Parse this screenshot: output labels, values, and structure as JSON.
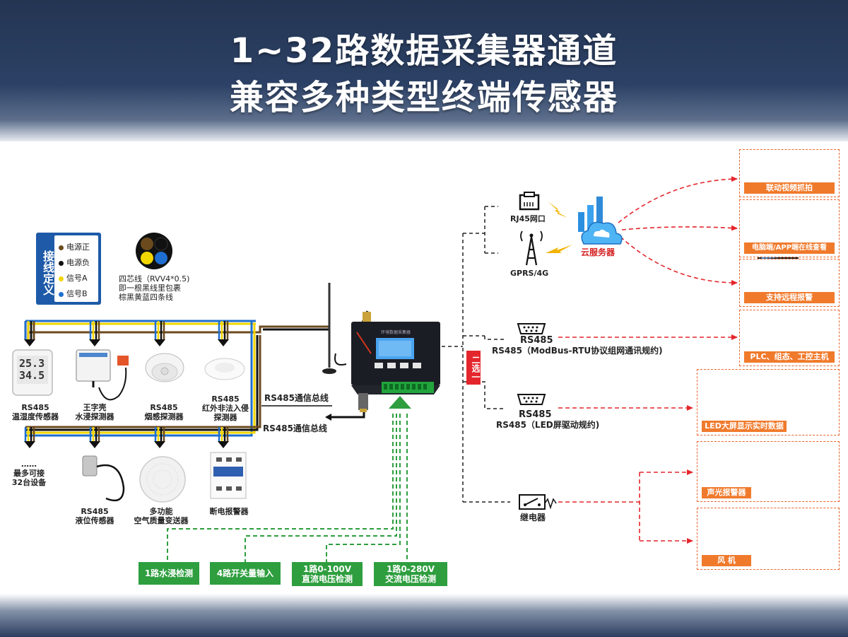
{
  "title": {
    "line1": "1~32路数据采集器通道",
    "line2": "兼容多种类型终端传感器"
  },
  "legend": {
    "heading": "接线定义",
    "items": [
      {
        "label": "电源正",
        "color": "#6b4a1e"
      },
      {
        "label": "电源负",
        "color": "#111111"
      },
      {
        "label": "信号A",
        "color": "#f2d600"
      },
      {
        "label": "信号B",
        "color": "#1e6fd0"
      }
    ]
  },
  "cable": {
    "line1": "四芯线（RVV4*0.5)",
    "line2": "即一根黑线里包裹",
    "line3": "棕黑黄蓝四条线"
  },
  "sensors_top": [
    {
      "line1": "RS485",
      "line2": "温湿度传感器"
    },
    {
      "line1": "王字壳",
      "line2": "水浸探测器"
    },
    {
      "line1": "RS485",
      "line2": "烟感探测器"
    },
    {
      "line1": "RS485",
      "line2": "红外非法入侵",
      "line3": "探测器"
    }
  ],
  "sensors_bottom": [
    {
      "line1": "RS485",
      "line2": "液位传感器"
    },
    {
      "line1": "多功能",
      "line2": "空气质量变送器"
    },
    {
      "line1": "断电报警器"
    }
  ],
  "more_devices": {
    "dots": "……",
    "line1": "最多可接",
    "line2": "32台设备"
  },
  "bus_label_1": "RS485通信总线",
  "bus_label_2": "RS485通信总线",
  "thermo_display": {
    "line1": "25.3",
    "line2": "34.5"
  },
  "inputs": [
    {
      "line1": "1路水浸检测"
    },
    {
      "line1": "4路开关量输入"
    },
    {
      "line1": "1路0-100V",
      "line2": "直流电压检测"
    },
    {
      "line1": "1路0-280V",
      "line2": "交流电压检测"
    }
  ],
  "network": {
    "rj45": "RJ45网口",
    "gprs": "GPRS/4G",
    "cloud": "云服务器",
    "choose": "二选一"
  },
  "rs485_plc": {
    "line1": "RS485",
    "line2": "RS485（ModBus-RTU协议组网通讯规约)"
  },
  "rs485_led": {
    "line1": "RS485",
    "line2": "RS485（LED屏驱动规约)"
  },
  "relay": "继电器",
  "outputs": [
    {
      "label": "联动视频抓拍"
    },
    {
      "label": "电脑端/APP端在线查看"
    },
    {
      "label": "支持远程报警"
    },
    {
      "label": "PLC、组态、工控主机"
    },
    {
      "label": "LED大屏显示实时数据"
    },
    {
      "label": "声光报警器"
    },
    {
      "label": "风 机"
    }
  ],
  "colors": {
    "accent_orange": "#f07a2c",
    "arrow_red": "#e4262c",
    "input_green": "#2e9e3f",
    "bus_yellow": "#f2d600",
    "bus_blue": "#1e6fd0",
    "bus_brown": "#6b4a1e",
    "legend_blue": "#1e5aa8"
  },
  "icons": [
    "thermometer-sensor-icon",
    "water-leak-sensor-icon",
    "smoke-detector-icon",
    "infrared-sensor-icon",
    "level-sensor-icon",
    "air-quality-sensor-icon",
    "power-failure-alarm-icon",
    "cable-cross-section-icon",
    "data-collector-device-icon",
    "antenna-icon",
    "rj45-port-icon",
    "cell-tower-icon",
    "cloud-server-icon",
    "db9-connector-icon",
    "relay-icon",
    "camera-icon",
    "app-user-icon",
    "alarm-notification-icon",
    "touch-monitor-icon",
    "led-display-icon",
    "siren-alarm-icon",
    "fan-heater-icon"
  ]
}
